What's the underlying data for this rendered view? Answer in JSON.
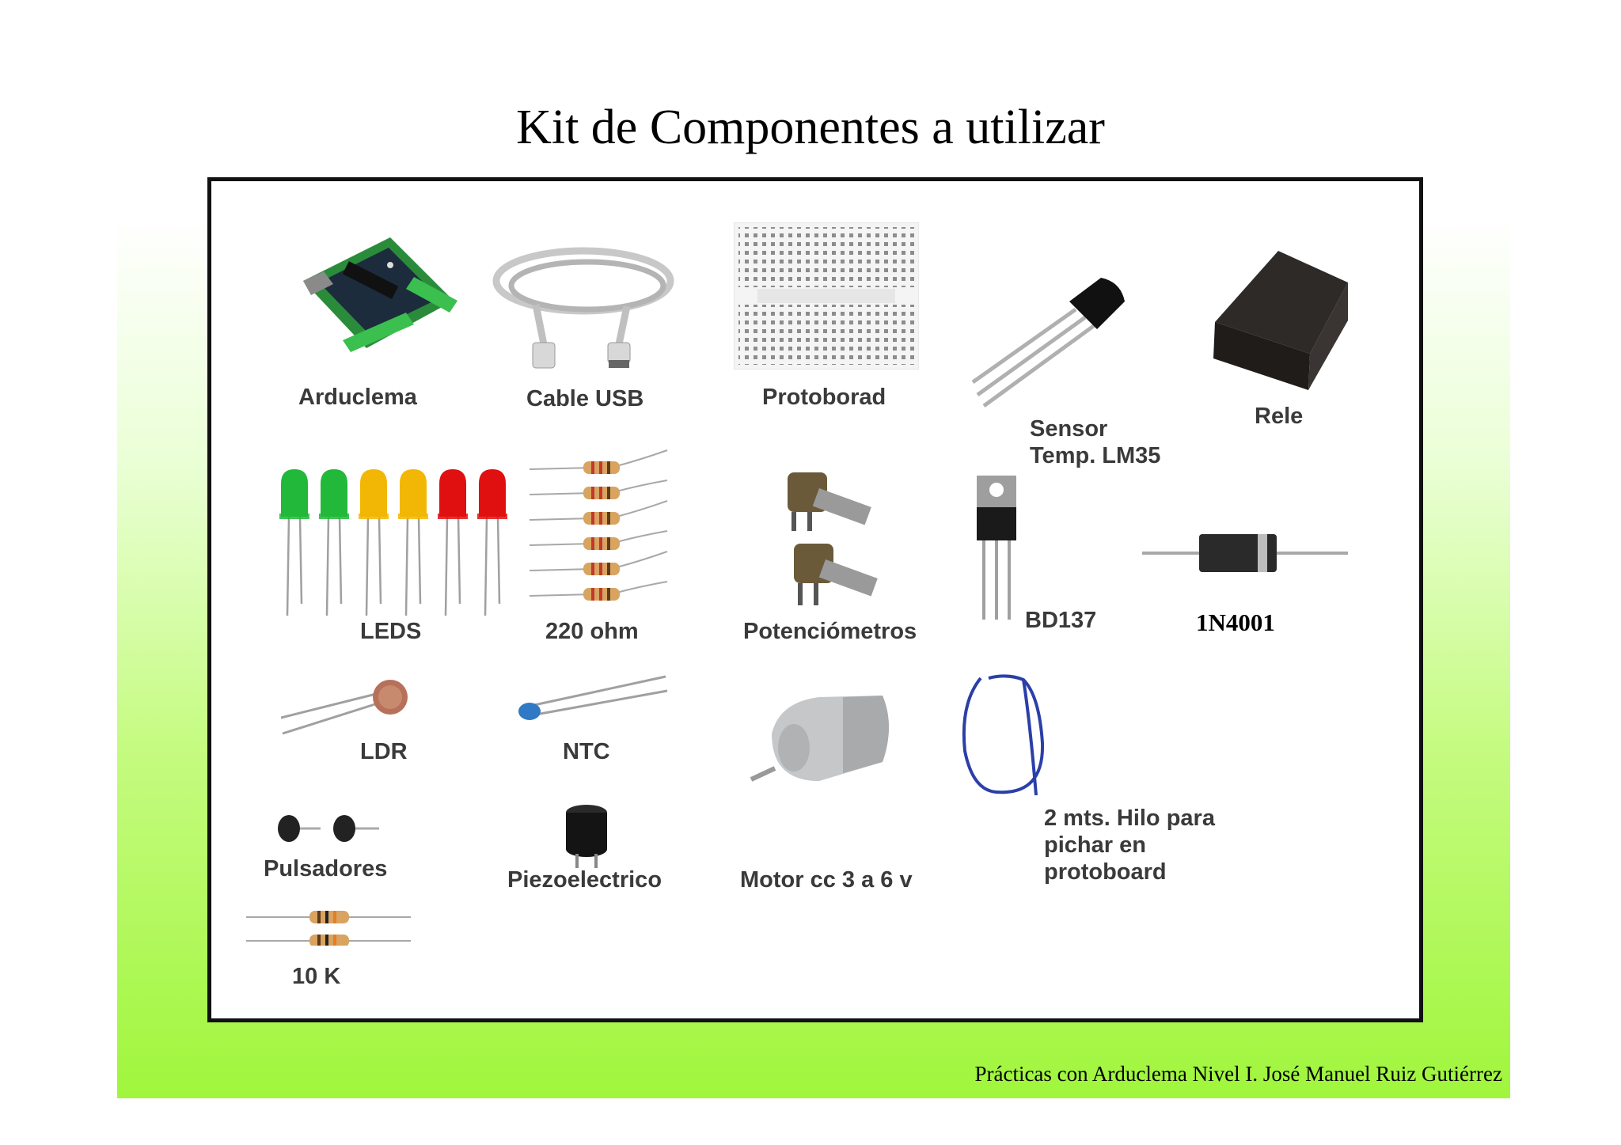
{
  "title": "Kit de Componentes a utilizar",
  "footer": "Prácticas con Arduclema Nivel I.  José Manuel Ruiz Gutiérrez",
  "components": {
    "arduclema": "Arduclema",
    "cable_usb": "Cable USB",
    "protoboard": "Protoborad",
    "sensor_line1": "Sensor",
    "sensor_line2": "Temp. LM35",
    "rele": "Rele",
    "leds": "LEDS",
    "resistor_220": "220 ohm",
    "potentiometers": "Potenciómetros",
    "transistor": "BD137",
    "diode": "1N4001",
    "ldr": "LDR",
    "ntc": "NTC",
    "buttons": "Pulsadores",
    "piezo": "Piezoelectrico",
    "motor": "Motor cc 3 a 6 v",
    "wire_line1": "2 mts. Hilo para",
    "wire_line2": "pichar en",
    "wire_line3": "protoboard",
    "resistor_10k": "10 K"
  },
  "colors": {
    "slide_gradient_bottom": "#a0f63c",
    "led_colors": [
      "#22b83a",
      "#22b83a",
      "#f2b705",
      "#f2b705",
      "#e01010",
      "#e01010"
    ]
  }
}
